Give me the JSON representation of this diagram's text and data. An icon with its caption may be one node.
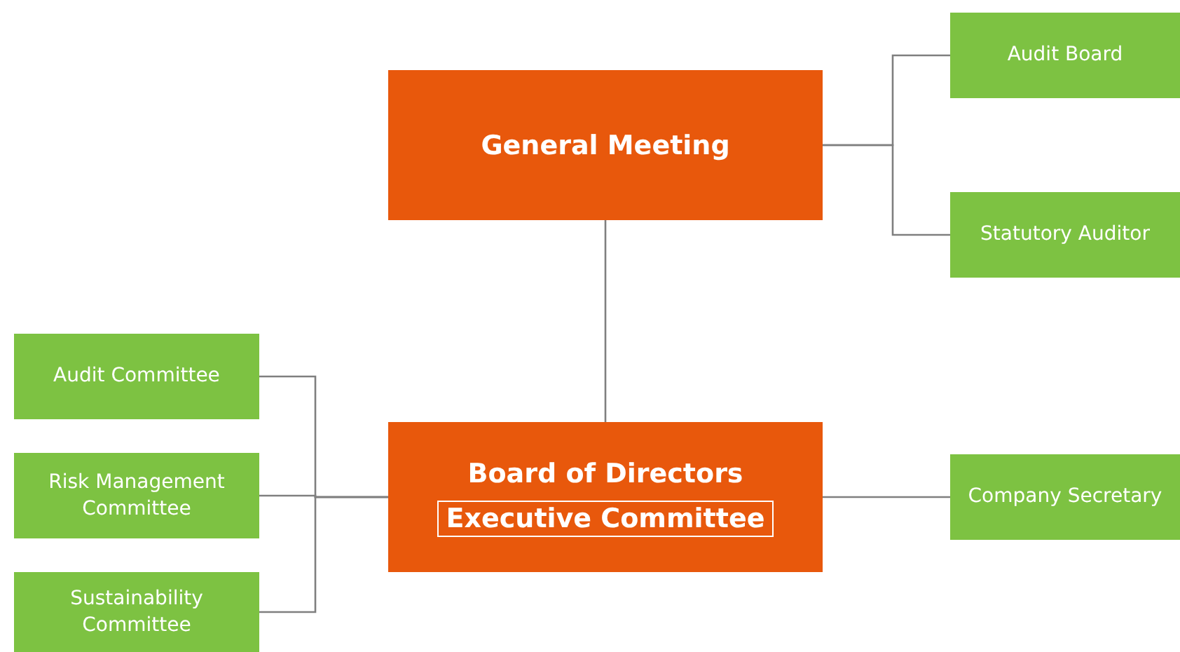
{
  "diagram": {
    "nodes": [
      {
        "text": [
          "General Meeting"
        ]
      },
      {
        "text": [
          "Audit Board"
        ]
      },
      {
        "text": [
          "Statutory Auditor"
        ]
      },
      {
        "text": [
          "Audit Committee"
        ]
      },
      {
        "text": [
          "Risk Management Committee"
        ]
      },
      {
        "text": [
          "Board of Directors"
        ]
      },
      {
        "text": [
          "Executive Committee"
        ],
        "in": 5
      },
      {
        "text": [
          "Company Secretary"
        ]
      },
      {
        "text": [
          "Sustainability Committee"
        ]
      }
    ],
    "edges": [
      {
        "from": 0,
        "to": 1,
        "arrow": "none"
      },
      {
        "from": 0,
        "to": 2,
        "arrow": "none"
      },
      {
        "from": 0,
        "to": 5,
        "arrow": "none"
      },
      {
        "from": 3,
        "to": 5,
        "arrow": "none"
      },
      {
        "from": 4,
        "to": 5,
        "arrow": "none"
      },
      {
        "from": 8,
        "to": 5,
        "arrow": "none"
      },
      {
        "from": 5,
        "to": 7,
        "arrow": "none"
      }
    ]
  }
}
